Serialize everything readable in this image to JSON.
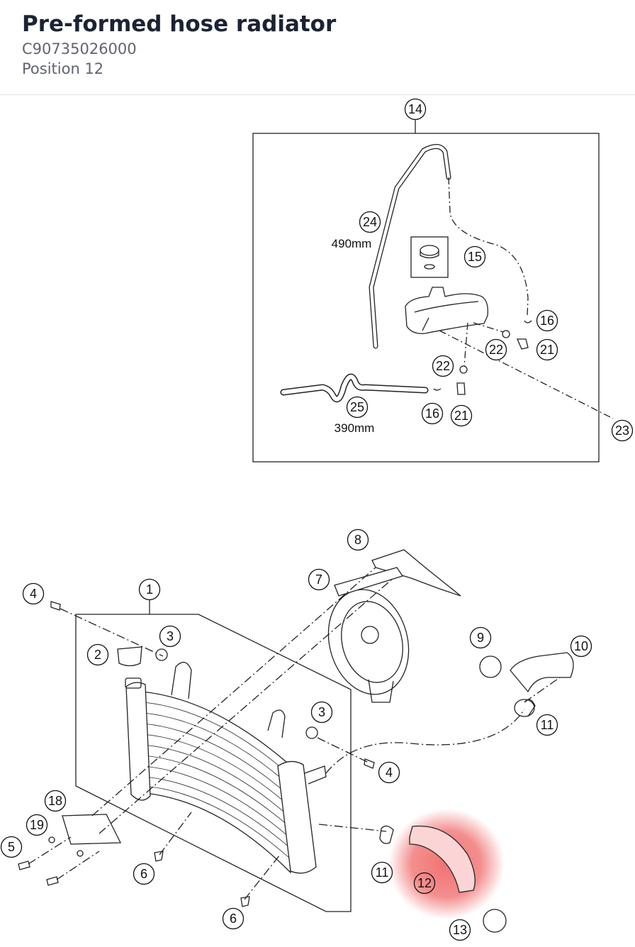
{
  "header": {
    "title": "Pre-formed hose radiator",
    "part_number": "C90735026000",
    "position": "Position 12"
  },
  "diagram": {
    "highlight_color": "#f06a6a",
    "callouts": {
      "c14": "14",
      "c24": "24",
      "c15": "15",
      "c16a": "16",
      "c21a": "21",
      "c22a": "22",
      "c22b": "22",
      "c25": "25",
      "c16b": "16",
      "c21b": "21",
      "c23": "23",
      "c8": "8",
      "c7": "7",
      "c1": "1",
      "c4a": "4",
      "c3a": "3",
      "c2": "2",
      "c9": "9",
      "c10": "10",
      "c3b": "3",
      "c11a": "11",
      "c4b": "4",
      "c18": "18",
      "c19": "19",
      "c5": "5",
      "c6a": "6",
      "c11b": "11",
      "c12": "12",
      "c6b": "6",
      "c13": "13"
    },
    "labels": {
      "hose24_length": "490mm",
      "hose25_length": "390mm"
    }
  }
}
